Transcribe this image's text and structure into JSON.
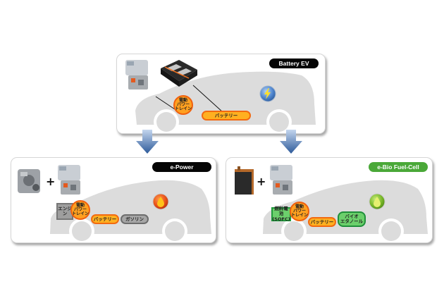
{
  "diagram": {
    "top_panel": {
      "title": "Battery EV",
      "powertrain_label": "電動\nパワー\nトレイン",
      "battery_label": "バッテリー",
      "energy_icon": "lightning-bolt-icon",
      "components": [
        "electric-powertrain-image",
        "battery-pack-image"
      ]
    },
    "arrows": [
      "down-arrow-left",
      "down-arrow-right"
    ],
    "left_panel": {
      "title": "e-Power",
      "engine_label": "エンジン",
      "powertrain_label": "電動\nパワー\nトレイン",
      "battery_label": "バッテリー",
      "fuel_label": "ガソリン",
      "energy_icon": "fuel-drop-orange-icon",
      "plus": "+",
      "components": [
        "engine-image",
        "electric-powertrain-image"
      ]
    },
    "right_panel": {
      "title": "e-Bio Fuel-Cell",
      "fuelcell_label": "燃料電池\n(SOFC)",
      "powertrain_label": "電動\nパワー\nトレイン",
      "battery_label": "バッテリー",
      "fuel_label": "バイオ\nエタノール",
      "energy_icon": "fuel-drop-green-icon",
      "plus": "+",
      "components": [
        "fuel-cell-stack-image",
        "electric-powertrain-image"
      ]
    },
    "colors": {
      "badge_black": "#050505",
      "badge_green": "#4aa838",
      "orange_fill": "#ffb020",
      "orange_border": "#f26a10",
      "gray_fill": "#a6a6a6",
      "green_fill": "#6bcf6b",
      "arrow_blue": "#3f6fb0",
      "car_gray": "#dcdcdc"
    }
  }
}
